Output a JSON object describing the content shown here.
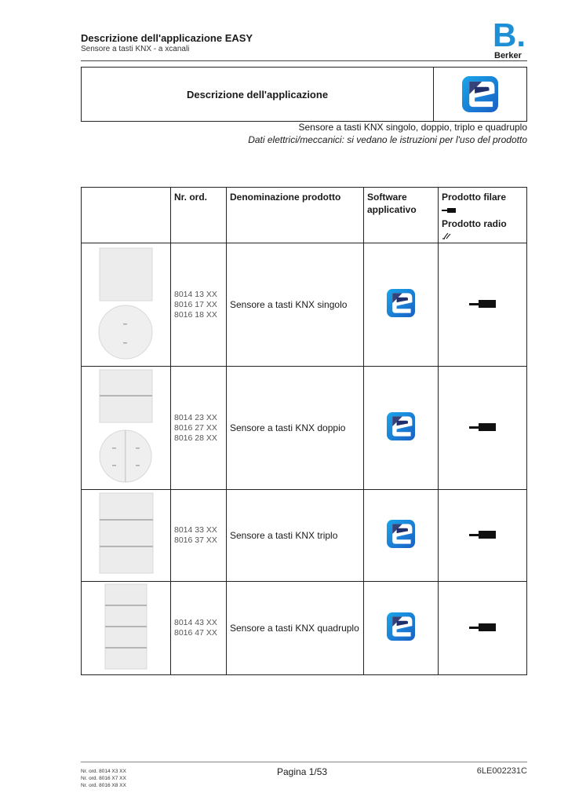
{
  "header": {
    "title": "Descrizione dell'applicazione EASY",
    "subtitle": "Sensore a tasti KNX - a xcanali",
    "brand_letter": "B.",
    "brand_name": "Berker"
  },
  "title_box": {
    "title": "Descrizione dell'applicazione",
    "logo_icon": "easy-app-logo-icon"
  },
  "intro": {
    "line1": "Sensore a tasti KNX singolo, doppio, triplo e quadruplo",
    "line2": "Dati elettrici/meccanici: si vedano le istruzioni per l'uso del prodotto"
  },
  "table": {
    "headers": {
      "nr_ord": "Nr. ord.",
      "name": "Denominazione prodotto",
      "software": "Software applicativo",
      "wired": "Prodotto filare",
      "radio": "Prodotto radio"
    },
    "rows": [
      {
        "ord": [
          "8014 13 XX",
          "8016 17 XX",
          "8016 18 XX"
        ],
        "name": "Sensore a tasti KNX singolo"
      },
      {
        "ord": [
          "8014 23 XX",
          "8016 27 XX",
          "8016 28 XX"
        ],
        "name": "Sensore a tasti KNX doppio"
      },
      {
        "ord": [
          "8014 33 XX",
          "8016 37 XX"
        ],
        "name": "Sensore a tasti KNX triplo"
      },
      {
        "ord": [
          "8014 43 XX",
          "8016 47 XX"
        ],
        "name": "Sensore a tasti KNX quadruplo"
      }
    ]
  },
  "footer": {
    "ords": [
      "Nr. ord. 8014 X3 XX",
      "Nr. ord. 8016 X7 XX",
      "Nr. ord. 8016 X8 XX"
    ],
    "page": "Pagina 1/53",
    "code": "6LE002231C"
  },
  "colors": {
    "brand_blue": "#1c8fd6",
    "logo_dark": "#1f2f6b",
    "logo_light": "#19a3e6"
  }
}
